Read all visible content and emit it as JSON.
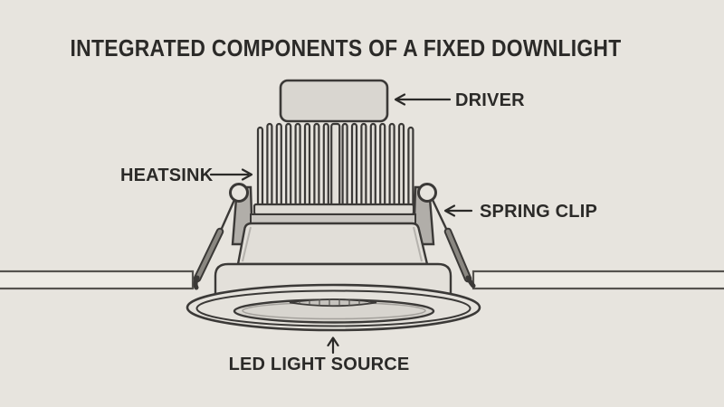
{
  "title": "INTEGRATED COMPONENTS OF A FIXED DOWNLIGHT",
  "diagram": {
    "type": "labeled-illustration",
    "subject": "cross-section of a recessed fixed downlight mounted in a ceiling",
    "components": [
      {
        "id": "driver",
        "label": "DRIVER",
        "arrow_direction": "left",
        "points_to": "rounded box on top of heatsink"
      },
      {
        "id": "heatsink",
        "label": "HEATSINK",
        "arrow_direction": "right",
        "points_to": "finned block below driver"
      },
      {
        "id": "spring-clip",
        "label": "SPRING CLIP",
        "arrow_direction": "left",
        "points_to": "sprung arm on side of housing"
      },
      {
        "id": "led-light-source",
        "label": "LED LIGHT SOURCE",
        "arrow_direction": "up",
        "points_to": "lens in center of trim ring"
      }
    ]
  },
  "colors": {
    "background": "#e7e4de",
    "outline": "#3b3937",
    "text": "#2b2a28",
    "fill_light": "#e2dfd9",
    "driver_fill": "#d9d6d0",
    "bezel_fill": "#e5e2dc",
    "recess_fill": "#d8d5cf",
    "louver_fill": "#c6c3be",
    "bracket_fill": "#b1aea9",
    "strip_fill": "#c9c6c1",
    "spring_arm": "#8a8781",
    "ceiling_fill": "#edebe5",
    "ceiling_line": "#55534f"
  }
}
